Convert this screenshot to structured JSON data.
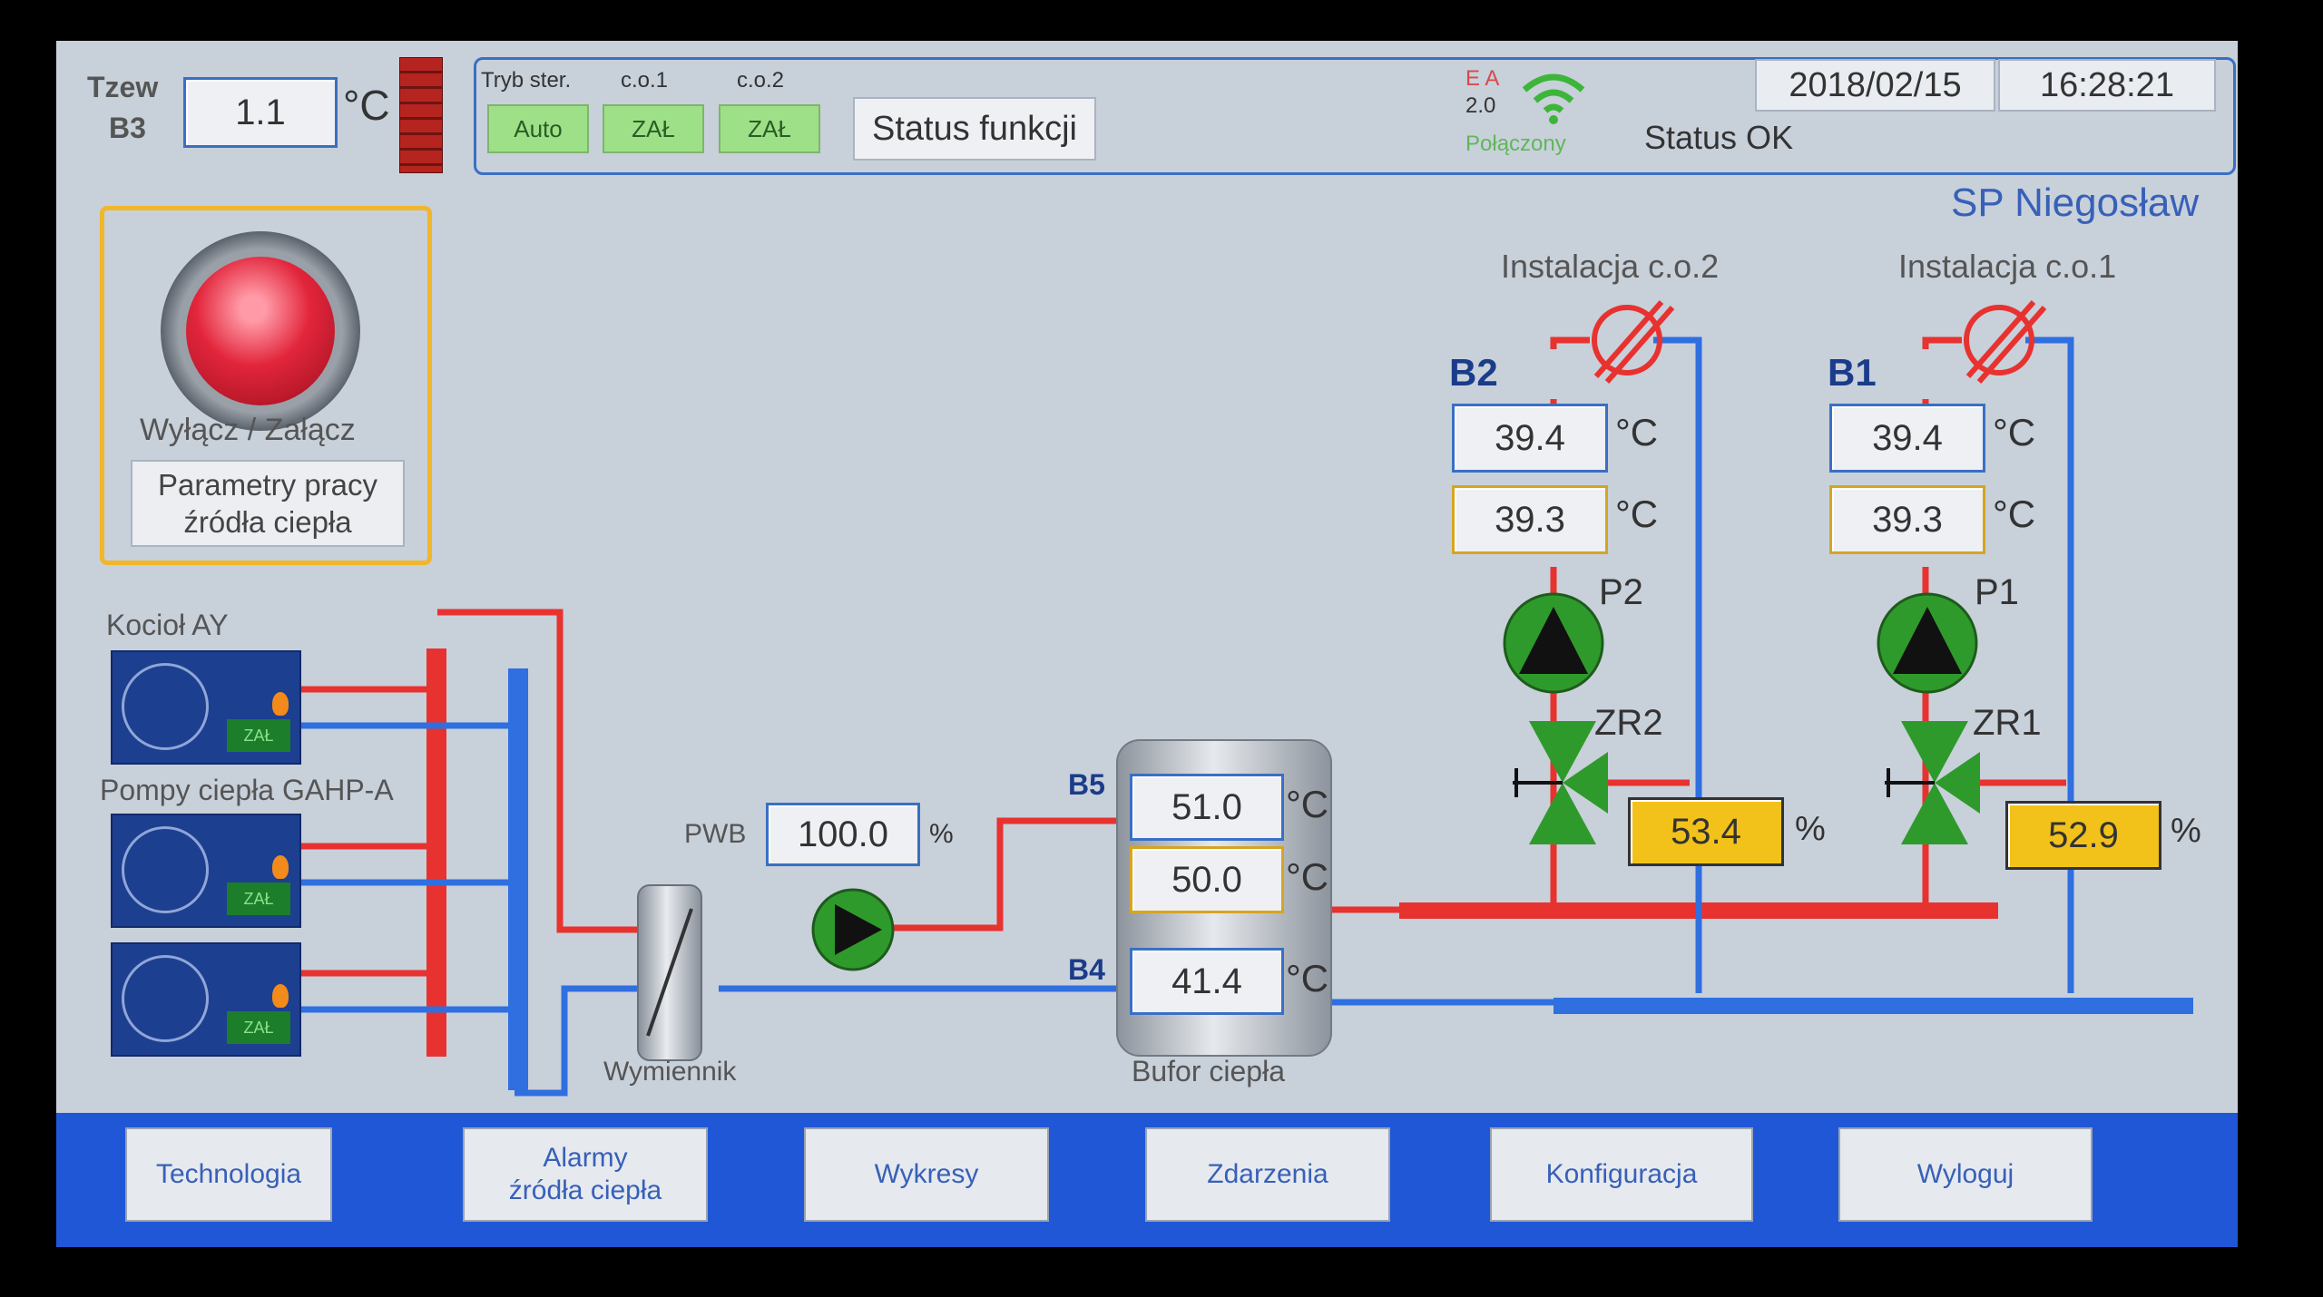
{
  "header": {
    "outdoor_label_1": "Tzew",
    "outdoor_label_2": "B3",
    "outdoor_temp": "1.1",
    "unit_c": "°C",
    "mode_label": "Tryb ster.",
    "co1_label": "c.o.1",
    "co2_label": "c.o.2",
    "mode_auto": "Auto",
    "co1_state": "ZAŁ",
    "co2_state": "ZAŁ",
    "status_button": "Status funkcji",
    "ea_label": "E A",
    "version": "2.0",
    "connection": "Połączony",
    "status_text": "Status OK",
    "date": "2018/02/15",
    "time": "16:28:21"
  },
  "site_name": "SP Niegosław",
  "control_panel": {
    "onoff_label": "Wyłącz / Załącz",
    "params_button_line1": "Parametry pracy",
    "params_button_line2": "źródła ciepła"
  },
  "sources": {
    "boiler_label": "Kocioł AY",
    "heatpumps_label": "Pompy ciepła GAHP-A",
    "units": [
      {
        "status": "ZAŁ"
      },
      {
        "status": "ZAŁ"
      },
      {
        "status": "ZAŁ"
      }
    ]
  },
  "exchanger": {
    "label": "Wymiennik",
    "pwb_label": "PWB",
    "pwb_value": "100.0",
    "pwb_unit": "%"
  },
  "buffer": {
    "label": "Bufor ciepła",
    "b5_label": "B5",
    "b4_label": "B4",
    "t_top": "51.0",
    "t_mid": "50.0",
    "t_bottom": "41.4"
  },
  "circuit_co2": {
    "title": "Instalacja c.o.2",
    "sensor_label": "B2",
    "t_actual": "39.4",
    "t_set": "39.3",
    "pump_label": "P2",
    "valve_label": "ZR2",
    "valve_value": "53.4",
    "valve_unit": "%"
  },
  "circuit_co1": {
    "title": "Instalacja c.o.1",
    "sensor_label": "B1",
    "t_actual": "39.4",
    "t_set": "39.3",
    "pump_label": "P1",
    "valve_label": "ZR1",
    "valve_value": "52.9",
    "valve_unit": "%"
  },
  "nav": {
    "technology": "Technologia",
    "alarms_line1": "Alarmy",
    "alarms_line2": "źródła ciepła",
    "charts": "Wykresy",
    "events": "Zdarzenia",
    "config": "Konfiguracja",
    "logout": "Wyloguj"
  },
  "colors": {
    "supply_pipe": "#e8322f",
    "return_pipe": "#2f6fe0",
    "panel_border": "#3a6fc4",
    "nav_bar": "#1f57d6",
    "setpoint_border": "#d6a520",
    "valve_fill": "#f2c21a",
    "pump_green": "#2f9a2c"
  }
}
